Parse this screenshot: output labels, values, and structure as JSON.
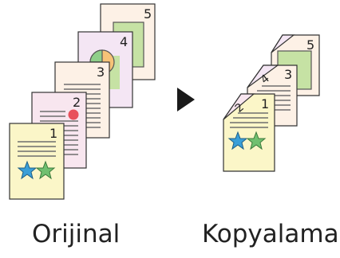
{
  "original": {
    "caption": "Orijinal",
    "pages": [
      "1",
      "2",
      "3",
      "4",
      "5"
    ]
  },
  "copy": {
    "caption": "Kopyalama",
    "pages": [
      "1",
      "2",
      "3",
      "4",
      "5"
    ]
  },
  "colors": {
    "page1_fill": "#fbf6c8",
    "page2_fill": "#f8e6ef",
    "page3_fill": "#fdf1e6",
    "page4_fill": "#f4e6f4",
    "page5_fill": "#fdf1e6",
    "text_lines": "#6e6e6e",
    "star_blue": "#3a9fd8",
    "star_green": "#70c070",
    "dot_red": "#e8505b",
    "pie_orange": "#f6c277",
    "pie_green": "#8fcf8a",
    "green_block": "#c6e2a4",
    "arrow": "#1a1a1a"
  }
}
